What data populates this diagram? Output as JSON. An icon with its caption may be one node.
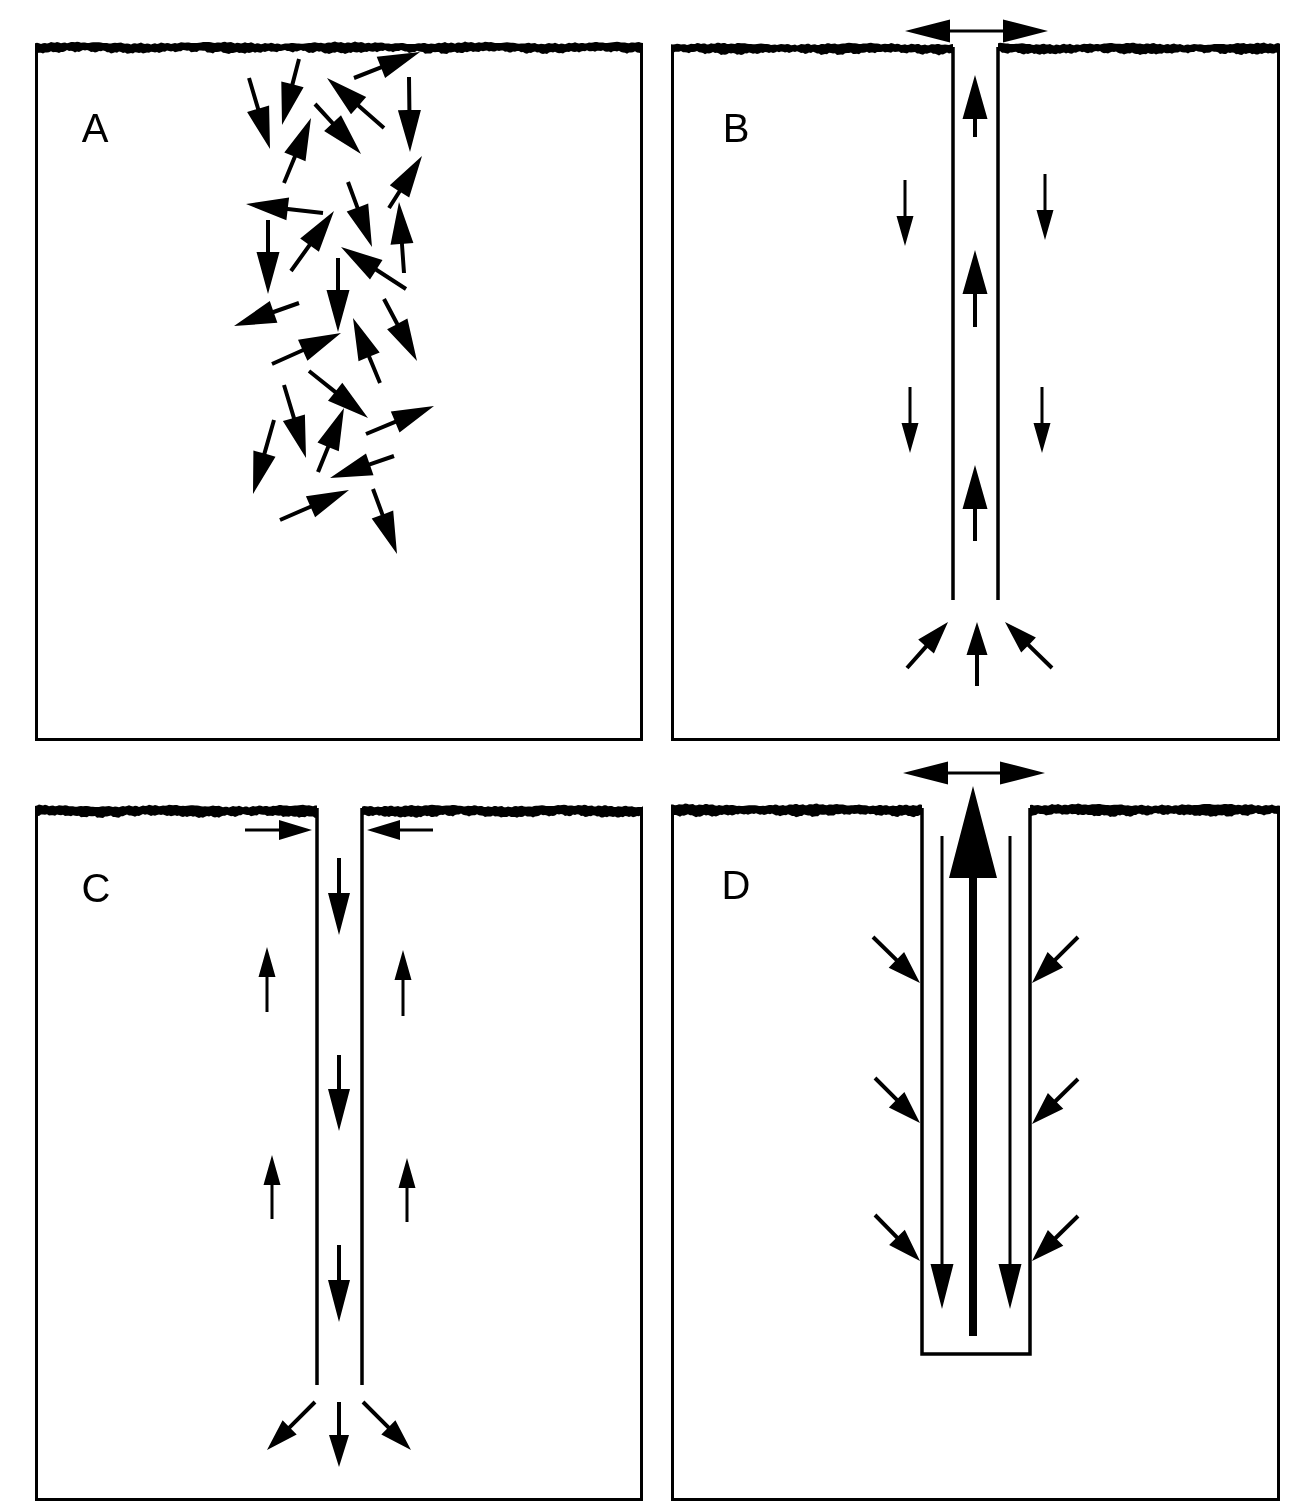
{
  "diagram": {
    "nodes": [
      {
        "text": [
          "A"
        ]
      },
      {
        "text": [
          "B"
        ]
      },
      {
        "text": [
          "C"
        ]
      },
      {
        "text": [
          "D"
        ]
      }
    ]
  }
}
